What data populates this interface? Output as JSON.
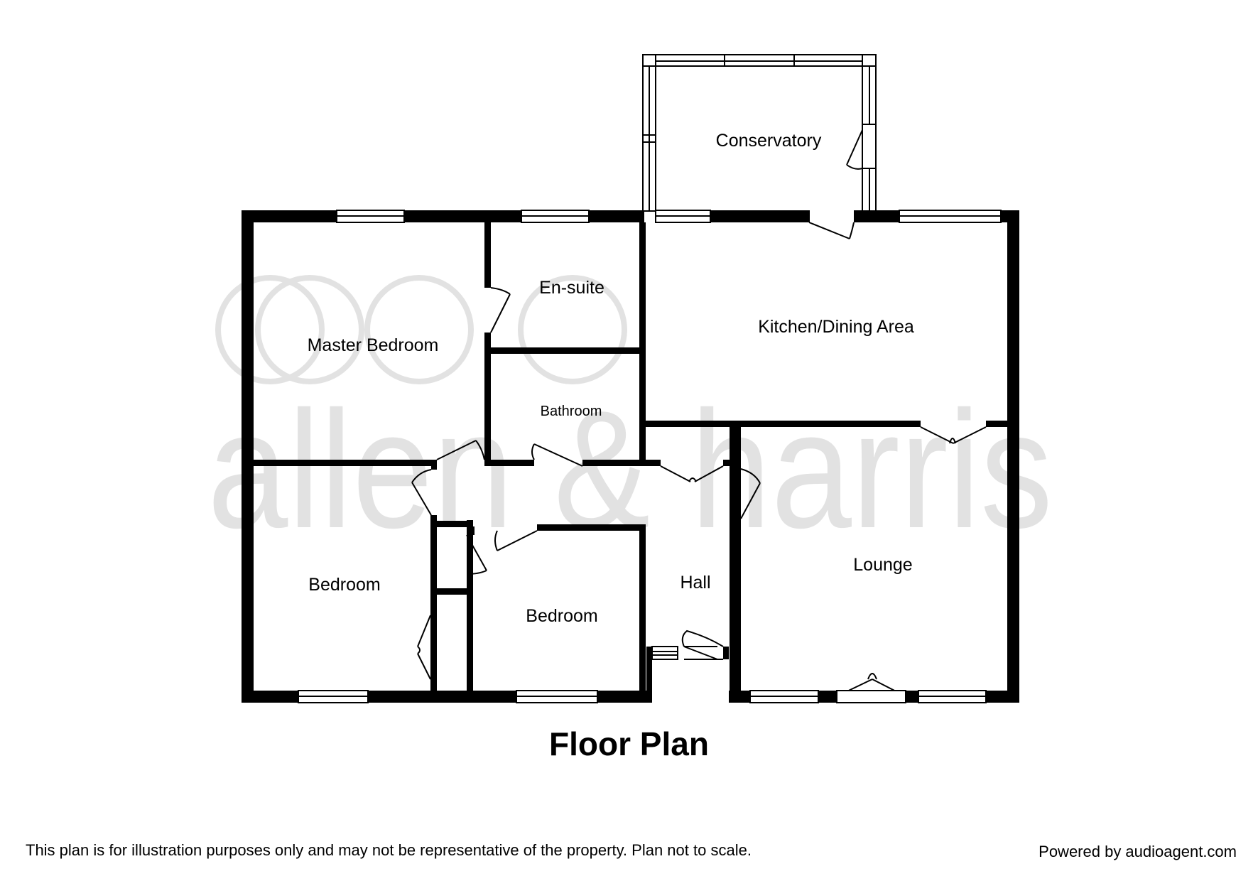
{
  "watermark": {
    "text": "allen & harris",
    "color": "#e2e2e2"
  },
  "rooms": {
    "conservatory": "Conservatory",
    "ensuite": "En-suite",
    "kitchen": "Kitchen/Dining Area",
    "master_bedroom": "Master Bedroom",
    "bathroom": "Bathroom",
    "bedroom_left": "Bedroom",
    "bedroom_middle": "Bedroom",
    "hall": "Hall",
    "lounge": "Lounge"
  },
  "title": "Floor Plan",
  "footer": {
    "disclaimer": "This plan is for illustration purposes only and may not be representative of the property. Plan not to scale.",
    "powered_by": "Powered by audioagent.com"
  },
  "colors": {
    "wall": "#000000",
    "window_frame": "#000000",
    "background": "#ffffff"
  }
}
